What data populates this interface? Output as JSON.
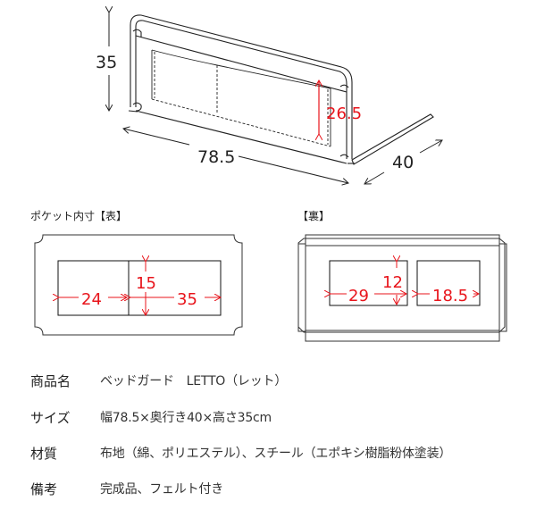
{
  "product_drawing": {
    "dimensions": {
      "height": "35",
      "width": "78.5",
      "depth": "40",
      "panel_height": "26.5"
    }
  },
  "pocket_front": {
    "title": "ポケット内寸【表】",
    "left_width": "24",
    "right_width": "35",
    "height": "15"
  },
  "pocket_back": {
    "title": "【裏】",
    "left_width": "29",
    "right_width": "18.5",
    "height": "12"
  },
  "specs": [
    {
      "key": "商品名",
      "value": "ベッドガード　LETTO（レット）"
    },
    {
      "key": "サイズ",
      "value": "幅78.5×奥行き40×高さ35cm"
    },
    {
      "key": "材質",
      "value": "布地（綿、ポリエステル）、スチール（エポキシ樹脂粉体塗装）"
    },
    {
      "key": "備考",
      "value": "完成品、フェルト付き"
    }
  ],
  "colors": {
    "line": "#222222",
    "accent_red": "#e8141b",
    "background": "#ffffff"
  }
}
